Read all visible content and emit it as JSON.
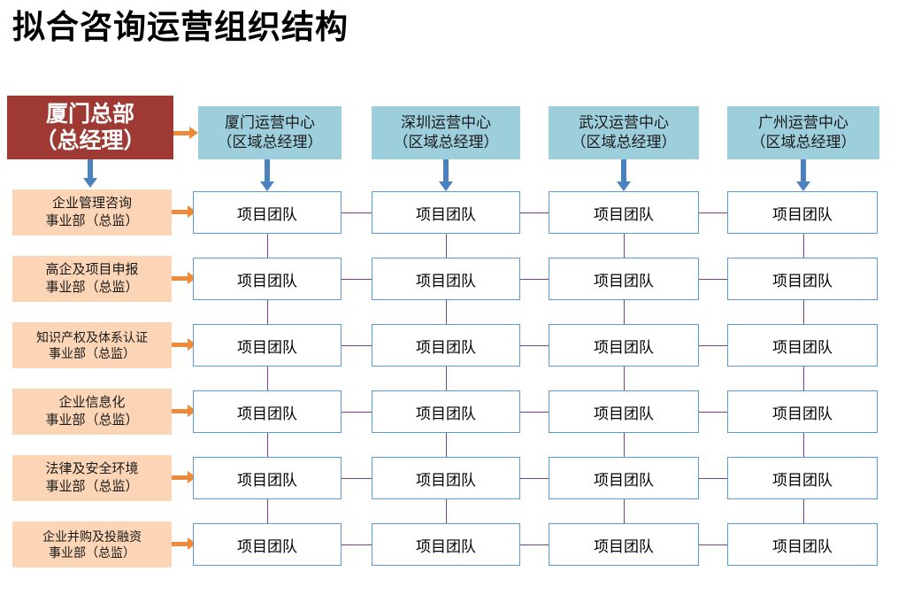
{
  "title": "拟合咨询运营组织结构",
  "headquarters": {
    "line1": "厦门总部",
    "line2": "（总经理）",
    "color": "#9E3A33",
    "text_color": "#FFFFFF"
  },
  "regions": {
    "subtitle": "（区域总经理）",
    "color": "#9DCEDC",
    "items": [
      {
        "name": "厦门运营中心",
        "role": "（区域总经理）"
      },
      {
        "name": "深圳运营中心",
        "role": "（区域总经理）"
      },
      {
        "name": "武汉运营中心",
        "role": "（区域总经理）"
      },
      {
        "name": "广州运营中心",
        "role": "（区域总经理）"
      }
    ]
  },
  "departments": {
    "color": "#FBD5B5",
    "items": [
      {
        "line1": "企业管理咨询",
        "line2": "事业部（总监）"
      },
      {
        "line1": "高企及项目申报",
        "line2": "事业部（总监）"
      },
      {
        "line1": "知识产权及体系认证",
        "line2": "事业部（总监）"
      },
      {
        "line1": "企业信息化",
        "line2": "事业部（总监）"
      },
      {
        "line1": "法律及安全环境",
        "line2": "事业部（总监）"
      },
      {
        "line1": "企业并购及投融资",
        "line2": "事业部（总监）"
      }
    ]
  },
  "team_cell": {
    "label": "项目团队",
    "border_color": "#5B9BD5",
    "fill": "#FFFFFF"
  },
  "grid": {
    "rows": 6,
    "columns": 4,
    "cells": [
      [
        "项目团队",
        "项目团队",
        "项目团队",
        "项目团队"
      ],
      [
        "项目团队",
        "项目团队",
        "项目团队",
        "项目团队"
      ],
      [
        "项目团队",
        "项目团队",
        "项目团队",
        "项目团队"
      ],
      [
        "项目团队",
        "项目团队",
        "项目团队",
        "项目团队"
      ],
      [
        "项目团队",
        "项目团队",
        "项目团队",
        "项目团队"
      ],
      [
        "项目团队",
        "项目团队",
        "项目团队",
        "项目团队"
      ]
    ]
  },
  "connectors": {
    "vertical_color": "#7B3F8C",
    "horizontal_color": "#7B3F8C",
    "down_arrow_color": "#4A81BF",
    "right_arrow_color": "#ED8B3A"
  }
}
